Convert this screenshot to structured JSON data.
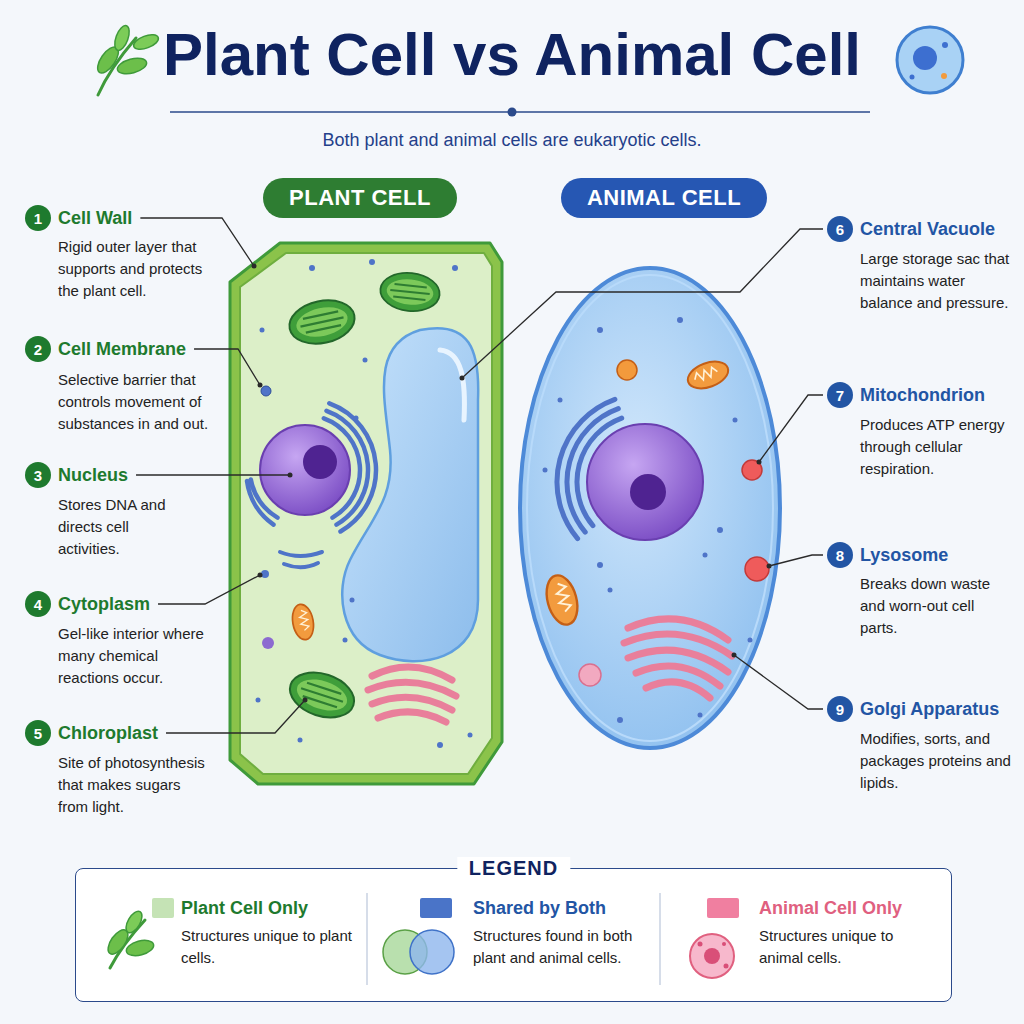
{
  "diagram": {
    "title": "Plant Cell vs Animal Cell",
    "nodes": [
      {
        "text": [
          "PLANT CELL"
        ]
      },
      {
        "text": [
          "ANIMAL CELL"
        ]
      },
      {
        "text": [
          "1"
        ]
      },
      {
        "text": [
          "2"
        ]
      },
      {
        "text": [
          "3"
        ]
      },
      {
        "text": [
          "4"
        ]
      },
      {
        "text": [
          "5"
        ]
      },
      {
        "text": [
          "6"
        ]
      },
      {
        "text": [
          "7"
        ]
      },
      {
        "text": [
          "8"
        ]
      },
      {
        "text": [
          "9"
        ]
      },
      {
        "text": [
          "LEGEND"
        ]
      }
    ],
    "labels": [
      "Both plant and animal cells are eukaryotic cells.",
      "Cell Wall",
      "Rigid outer layer that supports and protects the plant cell.",
      "Cell Membrane",
      "Selective barrier that controls movement of substances in and out.",
      "Nucleus",
      "Stores DNA and directs cell activities.",
      "Cytoplasm",
      "Gel-like interior where many chemical reactions occur.",
      "Chloroplast",
      "Site of photosynthesis that makes sugars from light.",
      "Central Vacuole",
      "Large storage sac that maintains water balance and pressure.",
      "Mitochondrion",
      "Produces ATP energy through cellular respiration.",
      "Lysosome",
      "Breaks down waste and worn-out cell parts.",
      "Golgi Apparatus",
      "Modifies, sorts, and packages proteins and lipids.",
      "Structures unique to plant cells.",
      "Structures found in both plant and animal cells.",
      "Structures unique to animal cells."
    ],
    "legend": [
      {
        "text": "Plant Cell Only",
        "color": "#c5e3b5"
      },
      {
        "text": "Shared by Both",
        "color": "#4a74c8"
      },
      {
        "text": "Animal Cell Only",
        "color": "#f07fa0"
      }
    ]
  }
}
